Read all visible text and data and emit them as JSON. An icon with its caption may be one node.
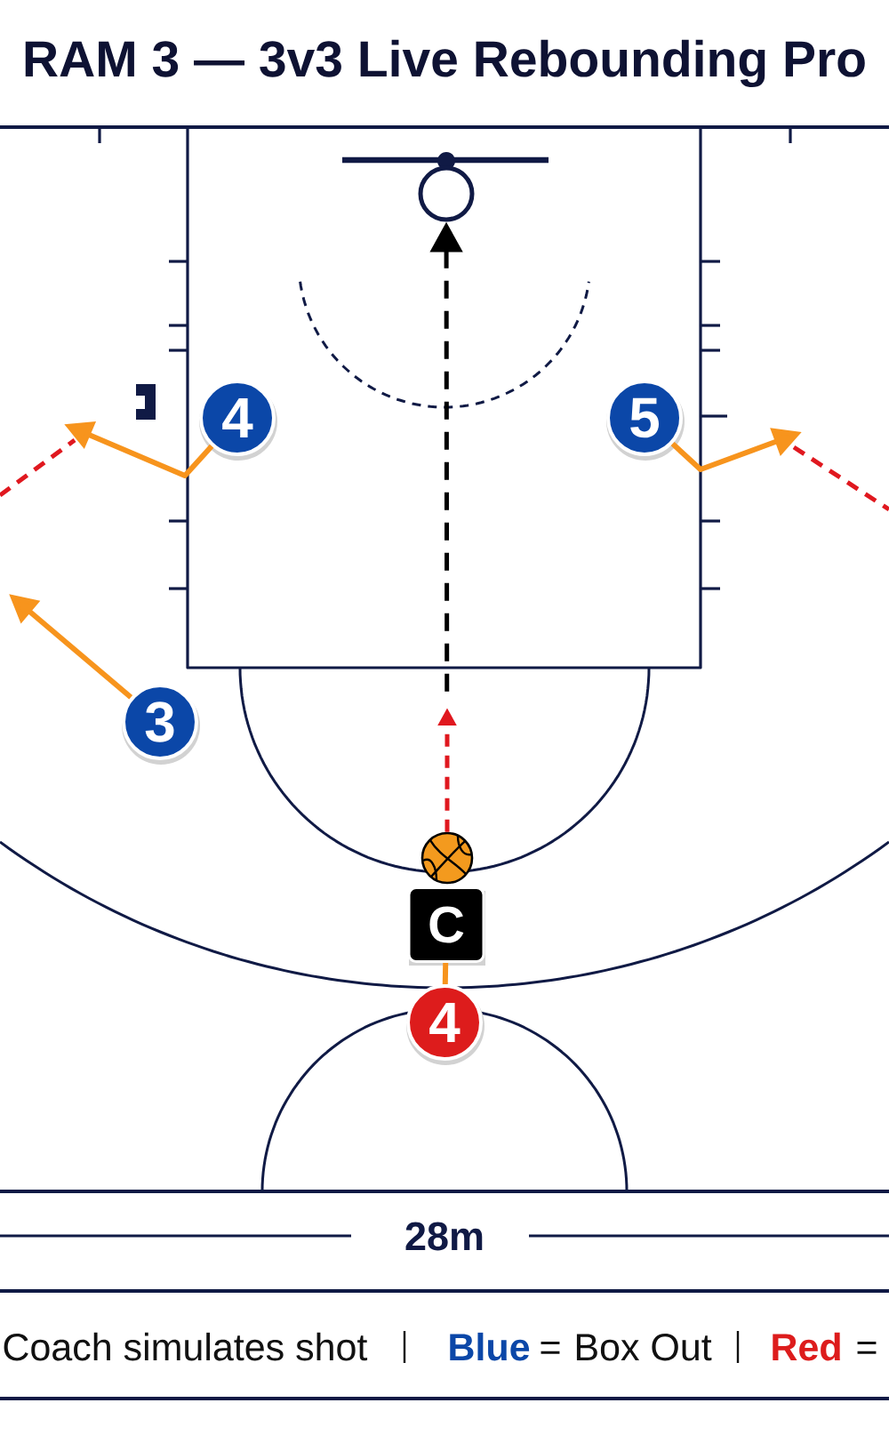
{
  "diagram": {
    "title": "RAM 3 — 3v3 Live Rebounding Pro",
    "nodes": [
      {
        "text": [],
        "shape": "circle"
      },
      {
        "text": [
          "4"
        ]
      },
      {
        "text": [
          "5"
        ]
      },
      {
        "text": [
          "3"
        ]
      },
      {
        "text": [],
        "shape": "picture"
      },
      {
        "text": [
          "C"
        ]
      },
      {
        "text": [
          "4"
        ]
      }
    ],
    "edges": [
      {
        "from": 1,
        "to": null,
        "arrow": "to"
      },
      {
        "from": 2,
        "to": null,
        "arrow": "to"
      },
      {
        "from": 3,
        "to": null,
        "arrow": "to"
      },
      {
        "from": 5,
        "to": 6,
        "arrow": "none"
      },
      {
        "from": 4,
        "to": null,
        "arrow": "to",
        "style": "dashed",
        "color": "#e0181f"
      },
      {
        "from": 4,
        "to": 0,
        "arrow": "to",
        "style": "dashed",
        "color": "#000000"
      }
    ],
    "labels": [
      "28m",
      "Coach simulates shot",
      "Blue",
      "=",
      "Box Out",
      "Red",
      "="
    ]
  }
}
